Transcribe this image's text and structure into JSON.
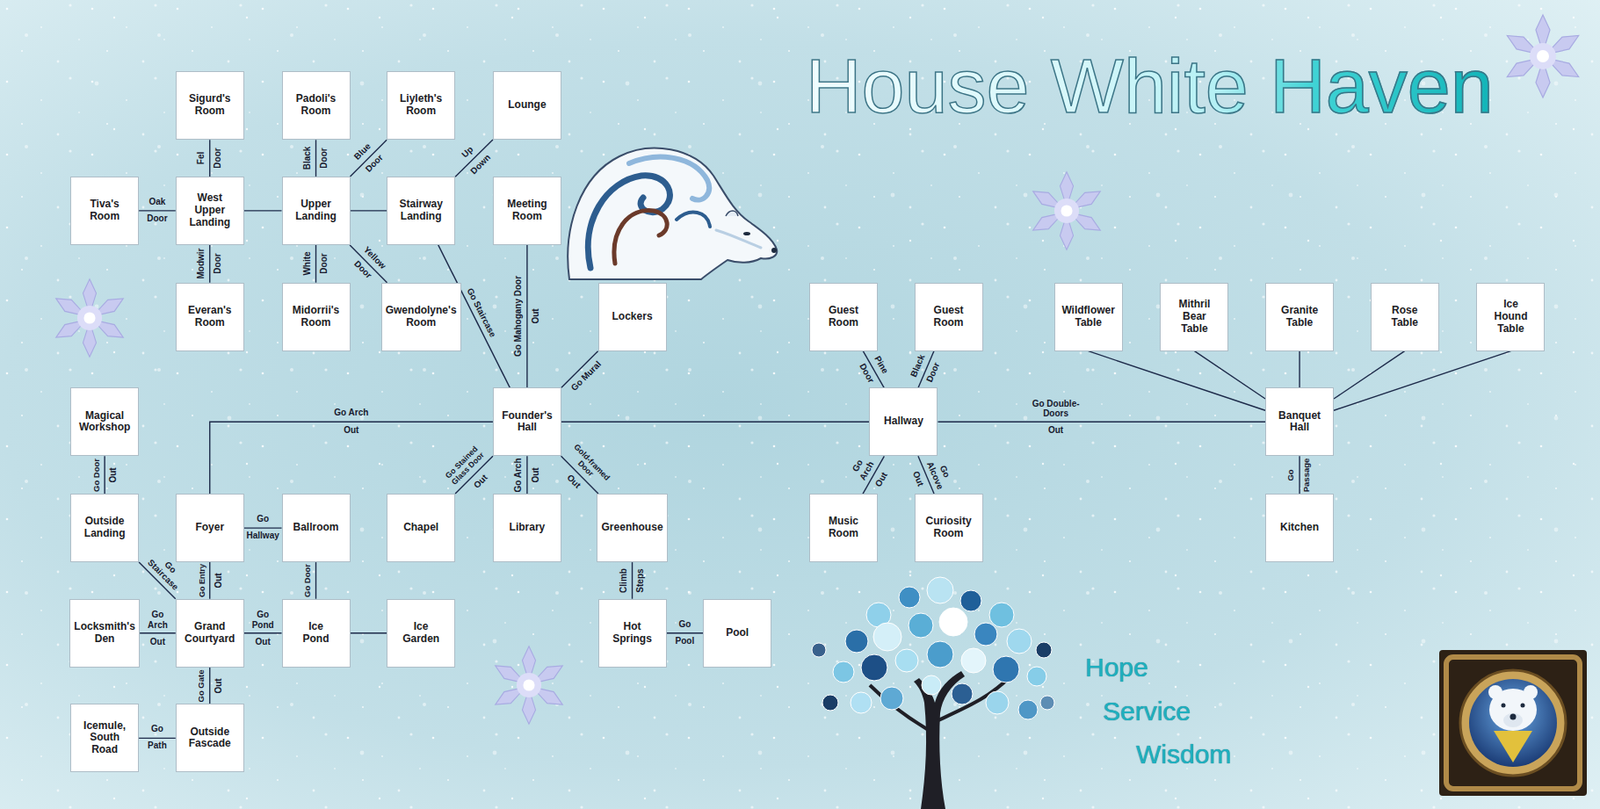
{
  "diagram": {
    "title": "House White Haven",
    "nodes": [
      {
        "text": [
          "Sigurd's Room"
        ]
      },
      {
        "text": [
          "Padoli's Room"
        ]
      },
      {
        "text": [
          "Liyleth's Room"
        ]
      },
      {
        "text": [
          "Lounge"
        ]
      },
      {
        "text": [
          "Tiva's Room"
        ]
      },
      {
        "text": [
          "West Upper Landing"
        ]
      },
      {
        "text": [
          "Upper Landing"
        ]
      },
      {
        "text": [
          "Stairway Landing"
        ]
      },
      {
        "text": [
          "Meeting Room"
        ]
      },
      {
        "text": [
          "Everan's Room"
        ]
      },
      {
        "text": [
          "Midorrii's Room"
        ]
      },
      {
        "text": [
          "Gwendolyne's Room"
        ]
      },
      {
        "text": [
          "Lockers"
        ]
      },
      {
        "text": [
          "Guest Room"
        ]
      },
      {
        "text": [
          "Guest Room"
        ]
      },
      {
        "text": [
          "Wildflower Table"
        ]
      },
      {
        "text": [
          "Mithril Bear Table"
        ]
      },
      {
        "text": [
          "Granite Table"
        ]
      },
      {
        "text": [
          "Rose Table"
        ]
      },
      {
        "text": [
          "Ice Hound Table"
        ]
      },
      {
        "text": [
          "Magical Workshop"
        ]
      },
      {
        "text": [
          "Founder's Hall"
        ]
      },
      {
        "text": [
          "Hallway"
        ]
      },
      {
        "text": [
          "Banquet Hall"
        ]
      },
      {
        "text": [
          "Outside Landing"
        ]
      },
      {
        "text": [
          "Foyer"
        ]
      },
      {
        "text": [
          "Ballroom"
        ]
      },
      {
        "text": [
          "Chapel"
        ]
      },
      {
        "text": [
          "Library"
        ]
      },
      {
        "text": [
          "Greenhouse"
        ]
      },
      {
        "text": [
          "Music Room"
        ]
      },
      {
        "text": [
          "Curiosity Room"
        ]
      },
      {
        "text": [
          "Kitchen"
        ]
      },
      {
        "text": [
          "Locksmith's Den"
        ]
      },
      {
        "text": [
          "Grand Courtyard"
        ]
      },
      {
        "text": [
          "Ice Pond"
        ]
      },
      {
        "text": [
          "Ice Garden"
        ]
      },
      {
        "text": [
          "Hot Springs"
        ]
      },
      {
        "text": [
          "Pool"
        ]
      },
      {
        "text": [
          "Icemule, South Road"
        ]
      },
      {
        "text": [
          "Outside Fascade"
        ]
      }
    ],
    "edges": [
      {
        "from": 4,
        "to": 5,
        "arrow": "none",
        "label": "Oak Door"
      },
      {
        "from": 0,
        "to": 5,
        "arrow": "none",
        "label": "Fel Door"
      },
      {
        "from": 5,
        "to": 9,
        "arrow": "none",
        "label": "Modwir Door"
      },
      {
        "from": 5,
        "to": 6,
        "arrow": "none"
      },
      {
        "from": 1,
        "to": 6,
        "arrow": "none",
        "label": "Black Door"
      },
      {
        "from": 6,
        "to": 10,
        "arrow": "none",
        "label": "White Door"
      },
      {
        "from": 6,
        "to": 2,
        "arrow": "none",
        "label": "Blue Door"
      },
      {
        "from": 6,
        "to": 11,
        "arrow": "none",
        "label": "Yellow Door"
      },
      {
        "from": 6,
        "to": 7,
        "arrow": "none"
      },
      {
        "from": 7,
        "to": 3,
        "arrow": "none",
        "label": "Up"
      },
      {
        "from": 7,
        "to": 21,
        "arrow": "none",
        "label": "Go Staircase"
      },
      {
        "from": 8,
        "to": 21,
        "arrow": "none",
        "label": "Go Mahogany Door"
      },
      {
        "from": 21,
        "to": 12,
        "arrow": "none",
        "label": "Go Mural"
      },
      {
        "from": 21,
        "to": 25,
        "arrow": "none",
        "label": "Go Arch"
      },
      {
        "from": 21,
        "to": 27,
        "arrow": "none",
        "label": "Go Stained Glass Door"
      },
      {
        "from": 21,
        "to": 28,
        "arrow": "none",
        "label": "Go Arch"
      },
      {
        "from": 21,
        "to": 29,
        "arrow": "none",
        "label": "Gold-framed Door"
      },
      {
        "from": 21,
        "to": 22,
        "arrow": "none"
      },
      {
        "from": 13,
        "to": 22,
        "arrow": "none",
        "label": "Pine Door"
      },
      {
        "from": 14,
        "to": 22,
        "arrow": "none",
        "label": "Black Door"
      },
      {
        "from": 22,
        "to": 23,
        "arrow": "none",
        "label": "Go Double-Doors"
      },
      {
        "from": 22,
        "to": 30,
        "arrow": "none",
        "label": "Go Arch"
      },
      {
        "from": 22,
        "to": 31,
        "arrow": "none",
        "label": "Go Alcove"
      },
      {
        "from": 15,
        "to": 23,
        "arrow": "none"
      },
      {
        "from": 16,
        "to": 23,
        "arrow": "none"
      },
      {
        "from": 17,
        "to": 23,
        "arrow": "none"
      },
      {
        "from": 18,
        "to": 23,
        "arrow": "none"
      },
      {
        "from": 19,
        "to": 23,
        "arrow": "none"
      },
      {
        "from": 23,
        "to": 32,
        "arrow": "none",
        "label": "Go Passage"
      },
      {
        "from": 20,
        "to": 24,
        "arrow": "none",
        "label": "Go Door"
      },
      {
        "from": 24,
        "to": 34,
        "arrow": "none",
        "label": "Go Staircase"
      },
      {
        "from": 25,
        "to": 26,
        "arrow": "none",
        "label": "Go Hallway"
      },
      {
        "from": 25,
        "to": 34,
        "arrow": "none",
        "label": "Go Entry"
      },
      {
        "from": 26,
        "to": 35,
        "arrow": "none",
        "label": "Go Door"
      },
      {
        "from": 33,
        "to": 34,
        "arrow": "none",
        "label": "Go Arch"
      },
      {
        "from": 34,
        "to": 35,
        "arrow": "none",
        "label": "Go Pond"
      },
      {
        "from": 35,
        "to": 36,
        "arrow": "none"
      },
      {
        "from": 34,
        "to": 40,
        "arrow": "none",
        "label": "Go Gate"
      },
      {
        "from": 39,
        "to": 40,
        "arrow": "none",
        "label": "Go Path"
      },
      {
        "from": 29,
        "to": 37,
        "arrow": "none",
        "label": "Climb Steps"
      },
      {
        "from": 37,
        "to": 38,
        "arrow": "none",
        "label": "Go Pool"
      }
    ],
    "labels": [
      "Down",
      "Out",
      "Out",
      "Out",
      "Out",
      "Out",
      "Out",
      "Out",
      "Out",
      "Out",
      "Out",
      "Out",
      "Out",
      "Out",
      "Hope",
      "Service",
      "Wisdom"
    ]
  }
}
